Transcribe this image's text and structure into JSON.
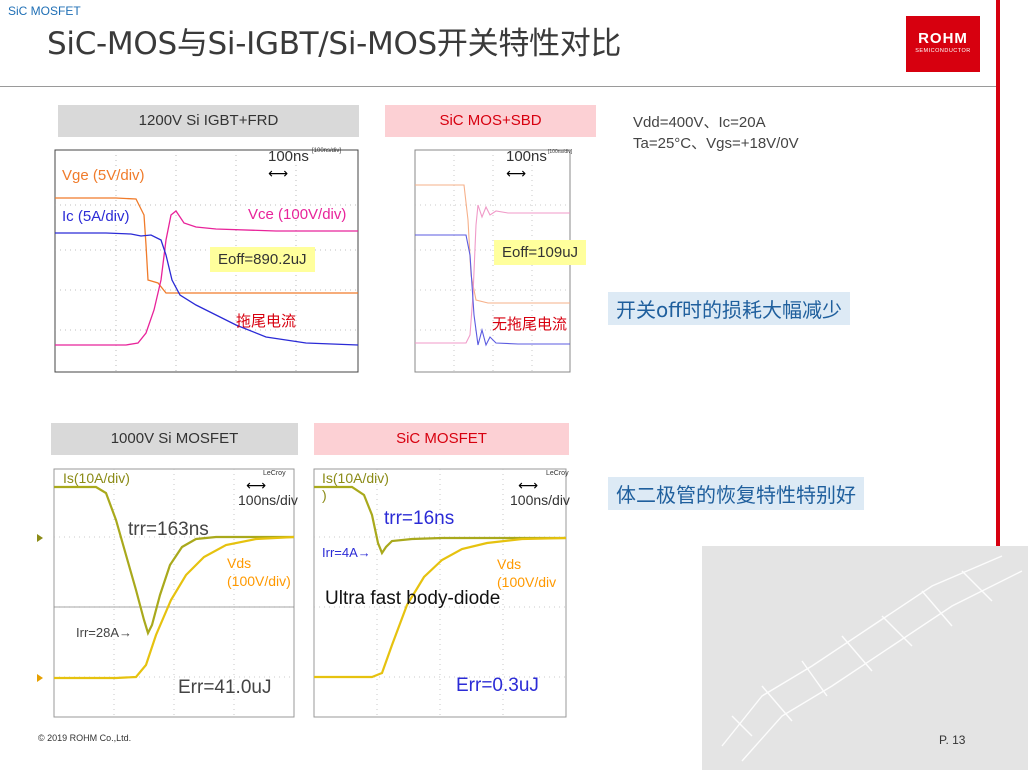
{
  "header": {
    "section_tag": "SiC MOSFET",
    "title": "SiC-MOS与Si-IGBT/Si-MOS开关特性对比",
    "logo_text": "ROHM",
    "logo_subtext": "SEMICONDUCTOR"
  },
  "conditions": {
    "line1": "Vdd=400V、Ic=20A",
    "line2": "Ta=25°C、Vgs=+18V/0V"
  },
  "callouts": {
    "top": "开关off时的损耗大幅减少",
    "bottom": "体二极管的恢复特性特别好"
  },
  "panels": {
    "igbt": {
      "label": "1200V Si IGBT+FRD",
      "scale": "100ns",
      "scale_small": "[100ns/div]",
      "vge": "Vge (5V/div)",
      "ic": "Ic (5A/div)",
      "vce": "Vce (100V/div)",
      "eoff": "Eoff=890.2uJ",
      "tail": "拖尾电流"
    },
    "sic_sbd": {
      "label": "SiC MOS+SBD",
      "scale": "100ns",
      "scale_small": "[100ns/div]",
      "eoff": "Eoff=109uJ",
      "tail": "无拖尾电流"
    },
    "si_mos": {
      "label": "1000V Si MOSFET",
      "is": "Is(10A/div)",
      "scale": "100ns/div",
      "trr": "trr=163ns",
      "vds1": "Vds",
      "vds2": "(100V/div)",
      "irr": "Irr=28A→",
      "err": "Err=41.0uJ"
    },
    "sic_mos": {
      "label": "SiC MOSFET",
      "is": "Is(10A/div)",
      "is_cont": ")",
      "scale": "100ns/div",
      "trr": "trr=16ns",
      "irr": "Irr=4A→",
      "vds1": "Vds",
      "vds2": "(100V/div",
      "diode": "Ultra fast body-diode",
      "err": "Err=0.3uJ"
    }
  },
  "footer": {
    "copyright": "© 2019 ROHM Co.,Ltd.",
    "page": "P. 13"
  },
  "colors": {
    "brand_red": "#d7000f",
    "vge_orange": "#f07b2a",
    "ic_blue": "#2b2bd6",
    "vce_magenta": "#e8239a",
    "trace_olive": "#a9a91c",
    "trace_yellow": "#e6c20f",
    "vds_orange": "#ff9900",
    "callout_blue": "#1f5f9d"
  }
}
